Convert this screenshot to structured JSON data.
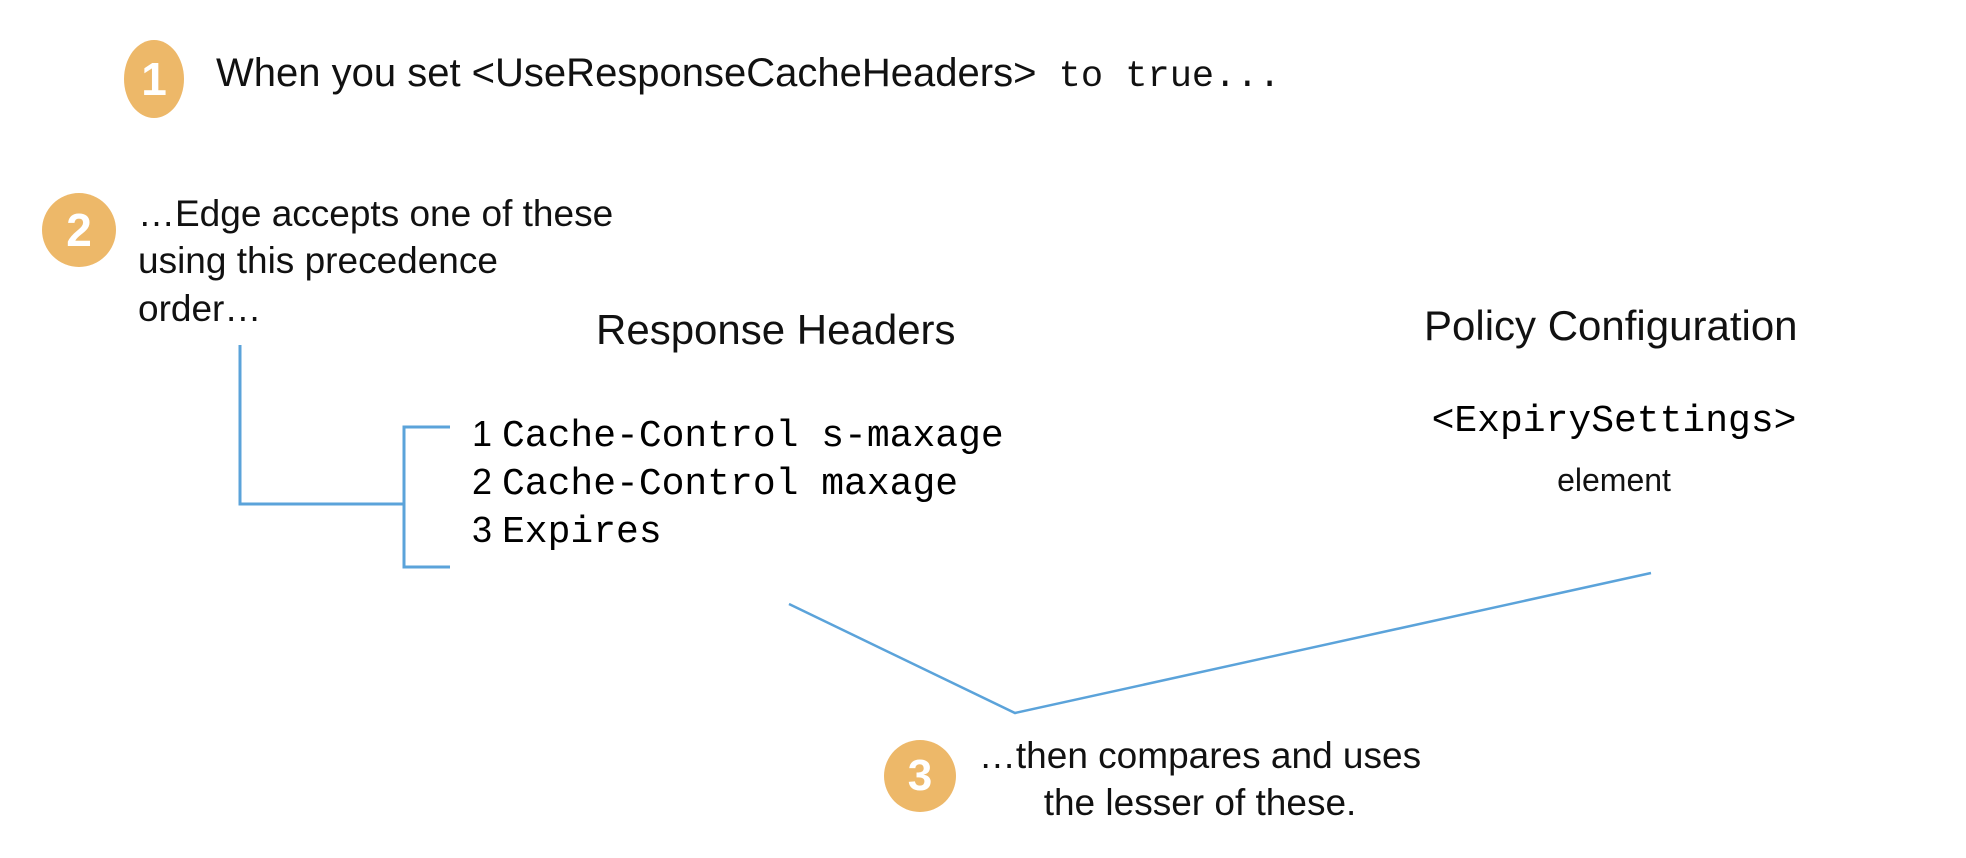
{
  "diagram": {
    "title": "Edge response cache header precedence",
    "background_color": "#ffffff",
    "badge_color": "#edb869",
    "connector_color": "#5ba3da",
    "text_color": "#111111"
  },
  "steps": [
    {
      "number": "1",
      "text_plain": "When you set <UseResponseCacheHeaders> to true...",
      "text_lead": "When you set <UseResponseCacheHeaders>",
      "text_mono": " to true..."
    },
    {
      "number": "2",
      "text": "…Edge accepts one of these\nusing this precedence\norder…"
    },
    {
      "number": "3",
      "text": "…then compares and uses\nthe lesser of these."
    }
  ],
  "columns": {
    "response_headers": {
      "heading": "Response Headers",
      "items": [
        {
          "rank": "1",
          "label": "Cache-Control s-maxage"
        },
        {
          "rank": "2",
          "label": "Cache-Control maxage"
        },
        {
          "rank": "3",
          "label": "Expires"
        }
      ]
    },
    "policy_configuration": {
      "heading": "Policy Configuration",
      "element_name": "<ExpirySettings>",
      "element_word": "element"
    }
  }
}
